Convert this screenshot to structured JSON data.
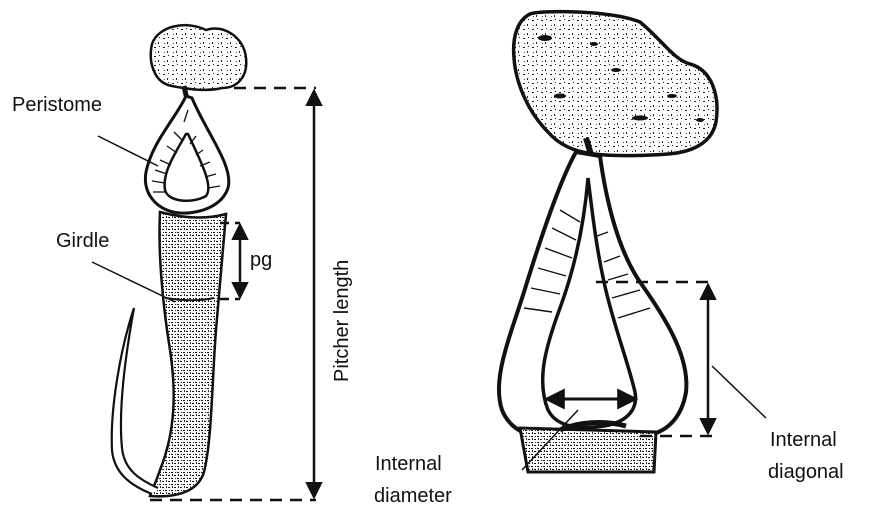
{
  "labels": {
    "peristome": "Peristome",
    "girdle": "Girdle",
    "pg": "pg",
    "pitcher_length": "Pitcher length",
    "internal_diameter_line1": "Internal",
    "internal_diameter_line2": "diameter",
    "internal_diagonal_line1": "Internal",
    "internal_diagonal_line2": "diagonal"
  },
  "colors": {
    "ink": "#111111",
    "background": "#ffffff",
    "shade": "#3a3a3a"
  }
}
